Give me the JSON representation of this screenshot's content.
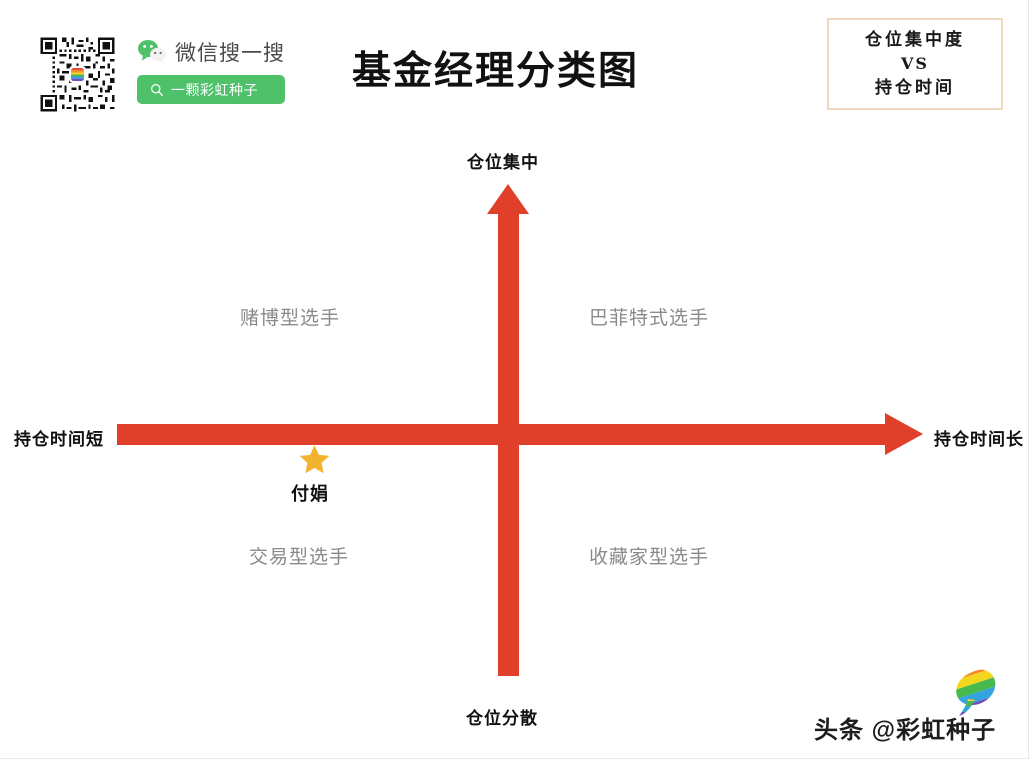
{
  "header": {
    "title": "基金经理分类图",
    "qr_icon": "qr-code-icon",
    "wechat": {
      "logo_icon": "wechat-icon",
      "label": "微信搜一搜",
      "search_icon": "search-icon",
      "search_text": "一颗彩虹种子"
    },
    "caption_box": {
      "line1": "仓位集中度",
      "line2": "VS",
      "line3": "持仓时间"
    }
  },
  "chart_data": {
    "type": "scatter",
    "title": "基金经理分类图",
    "subtitle": "仓位集中度 VS 持仓时间",
    "xlabel": "持仓时间",
    "ylabel": "仓位集中度",
    "axes": {
      "x_left_label": "持仓时间短",
      "x_right_label": "持仓时间长",
      "y_top_label": "仓位集中",
      "y_bottom_label": "仓位分散",
      "axis_color": "#e0402a",
      "grid": false,
      "xlim": [
        -1,
        1
      ],
      "ylim": [
        -1,
        1
      ]
    },
    "quadrants": [
      {
        "position": "top-left",
        "label": "赌博型选手"
      },
      {
        "position": "top-right",
        "label": "巴菲特式选手"
      },
      {
        "position": "bottom-left",
        "label": "交易型选手"
      },
      {
        "position": "bottom-right",
        "label": "收藏家型选手"
      }
    ],
    "points": [
      {
        "label": "付娟",
        "x": -0.55,
        "y": -0.05,
        "quadrant": "bottom-left",
        "marker": "star",
        "color": "#f2b42e"
      }
    ]
  },
  "watermark": {
    "text": "头条 @彩虹种子",
    "logo_icon": "rainbow-seed-icon"
  },
  "colors": {
    "axis_red": "#e0402a",
    "star_gold": "#f2b42e",
    "quadrant_gray": "#8a8a8a",
    "wechat_green": "#4ec16a",
    "caption_border": "#f0d8c0"
  }
}
